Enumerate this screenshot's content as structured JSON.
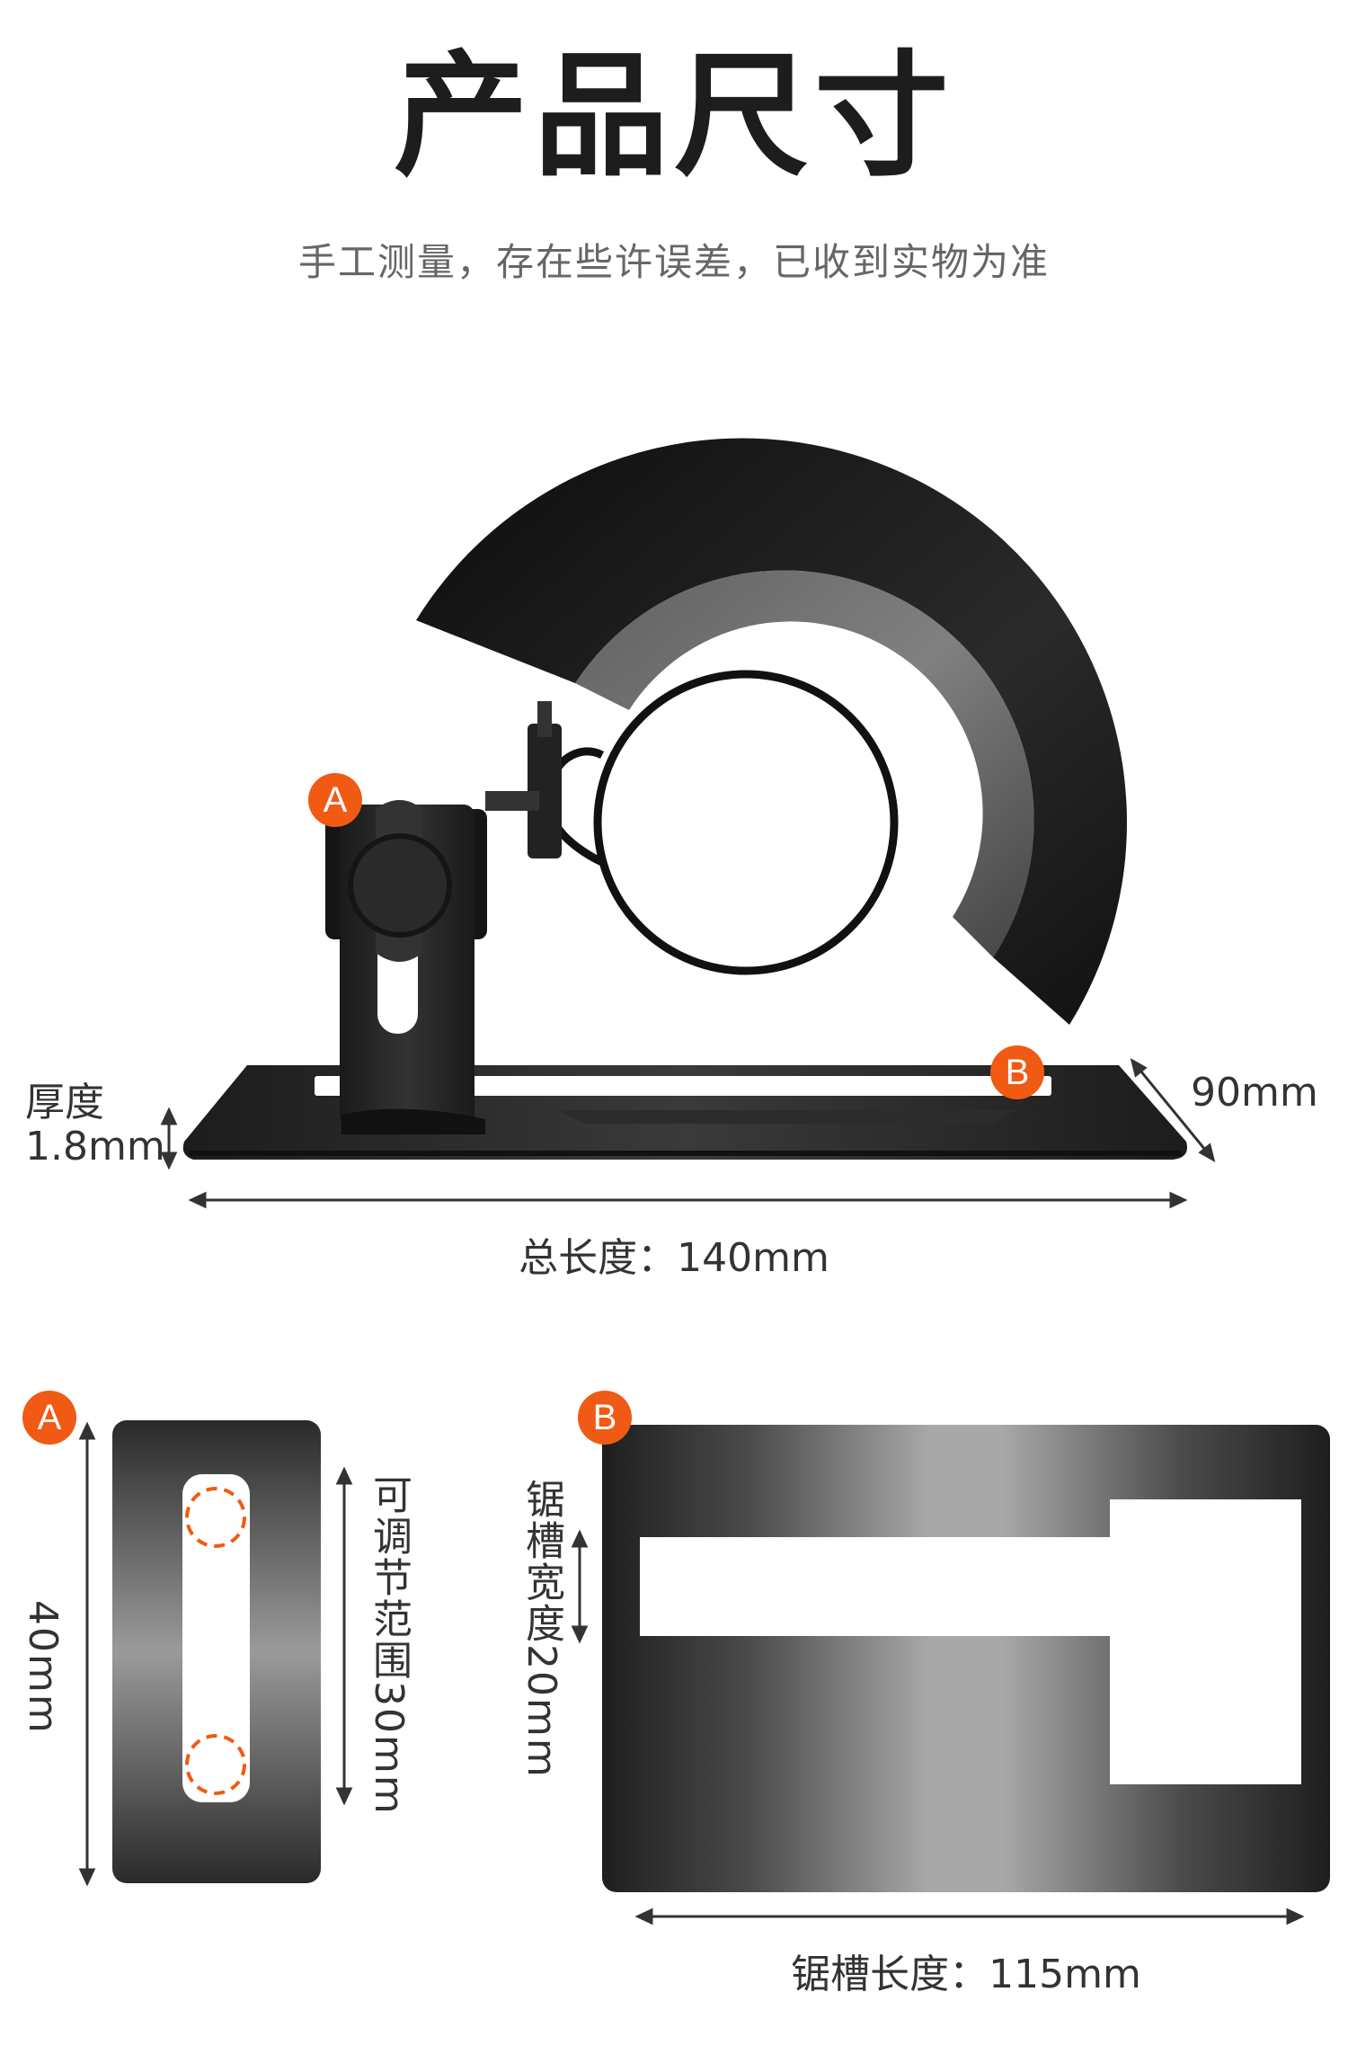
{
  "header": {
    "title": "产品尺寸",
    "subtitle": "手工测量，存在些许误差，已收到实物为准"
  },
  "main_figure": {
    "badge_a": "A",
    "badge_b": "B",
    "thickness_label": "厚度",
    "thickness_value": "1.8mm",
    "width_label": "90mm",
    "total_length_label": "总长度：140mm"
  },
  "detail_a": {
    "badge": "A",
    "height_label": "40mm",
    "adjust_range_label": "可调节范围30mm"
  },
  "detail_b": {
    "badge": "B",
    "slot_width_label": "锯槽宽度20mm",
    "slot_length_label": "锯槽长度：115mm"
  },
  "colors": {
    "accent": "#f05a14",
    "metal_dark": "#1a1a1a",
    "text": "#333333"
  }
}
